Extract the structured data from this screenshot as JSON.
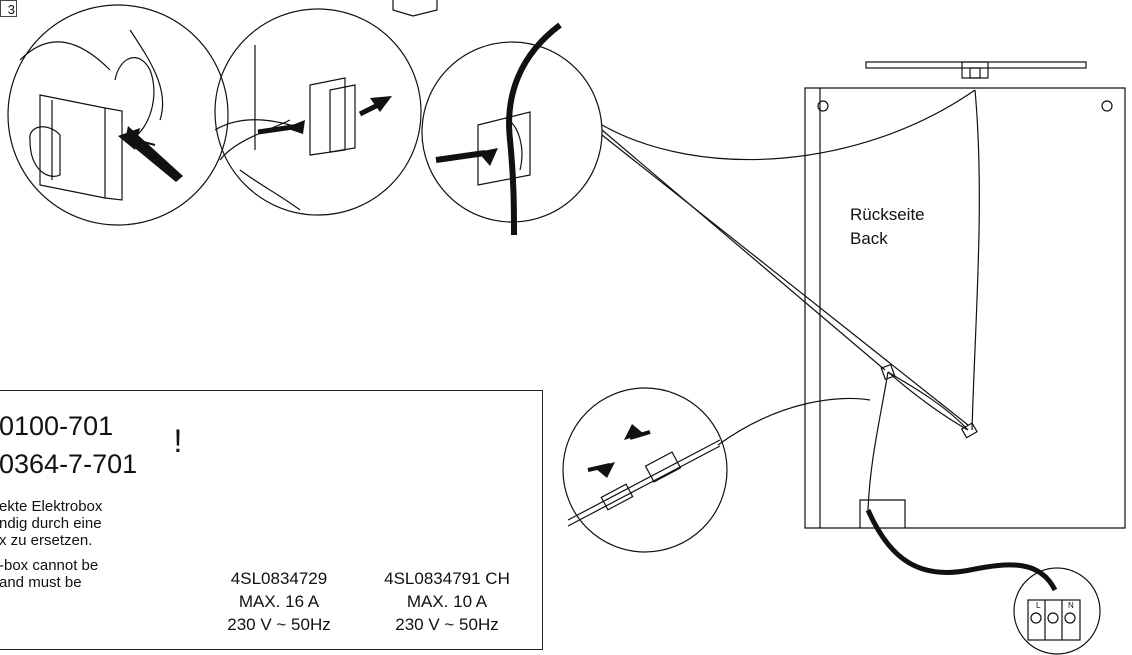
{
  "step_number": "3",
  "back_label": {
    "de": "Rückseite",
    "en": "Back"
  },
  "warning": {
    "norm_1": "0100-701",
    "norm_2": "0364-7-701",
    "symbol": "!",
    "de_lines": [
      "ekte Elektrobox",
      "ndig durch eine",
      "x zu ersetzen."
    ],
    "en_lines": [
      "-box cannot be",
      "and must be"
    ]
  },
  "boxes": [
    {
      "part": "4SL0834729",
      "max": "MAX. 16 A",
      "voltage": "230 V ~ 50Hz"
    },
    {
      "part": "4SL0834791 CH",
      "max": "MAX. 10 A",
      "voltage": "230 V ~ 50Hz"
    }
  ],
  "terminal_labels": [
    "L",
    "N"
  ]
}
